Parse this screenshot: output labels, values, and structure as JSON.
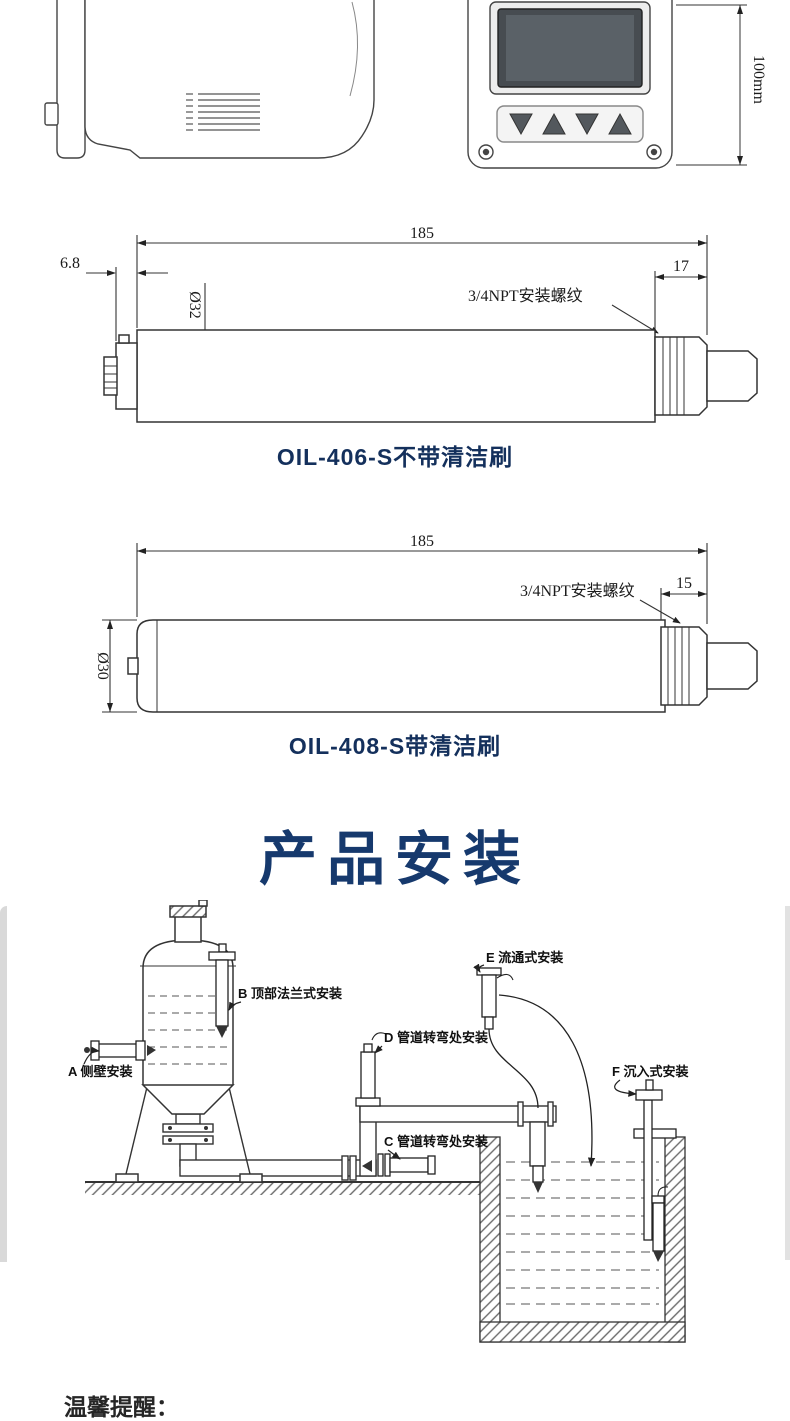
{
  "colors": {
    "navy_caption": "#14305c",
    "navy_title": "#16396d",
    "line": "#333333"
  },
  "top": {
    "height_dim": "100mm"
  },
  "drawing1": {
    "length": "185",
    "tip_len": "6.8",
    "diameter": "Ø32",
    "thread": "3/4NPT安装螺纹",
    "thread_len": "17",
    "caption": "OIL-406-S不带清洁刷"
  },
  "drawing2": {
    "length": "185",
    "diameter": "Ø30",
    "thread": "3/4NPT安装螺纹",
    "thread_len": "15",
    "caption": "OIL-408-S带清洁刷"
  },
  "section_title": "产品安装",
  "installation": {
    "label_a": "A 侧壁安装",
    "label_b": "B 顶部法兰式安装",
    "label_c": "C 管道转弯处安装",
    "label_d": "D 管道转弯处安装",
    "label_e": "E 流通式安装",
    "label_f": "F 沉入式安装"
  },
  "footer": {
    "reminder": "温馨提醒："
  }
}
